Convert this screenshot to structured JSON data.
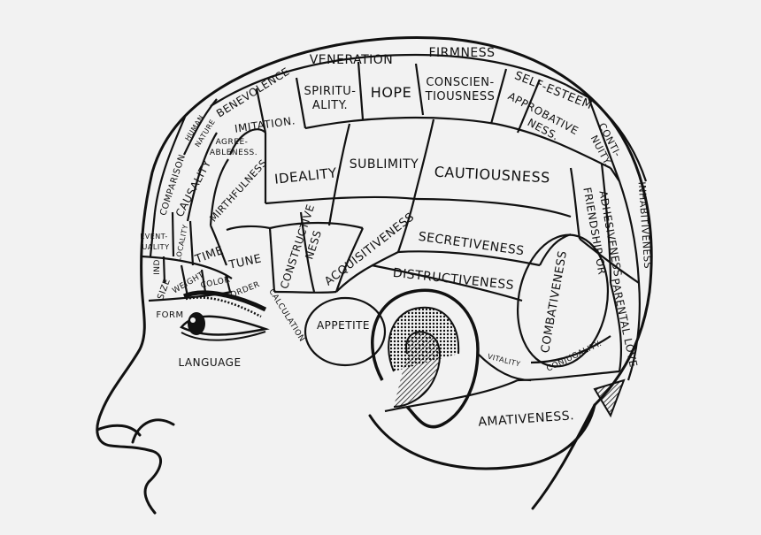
{
  "regions": {
    "firmness": "FIRMNESS",
    "veneration": "VENERATION",
    "self_esteem": "SELF-ESTEEM",
    "benevolence": "BENEVOLENCE",
    "spirituality_1": "SPIRITU-",
    "spirituality_2": "ALITY.",
    "hope": "HOPE",
    "conscientiousness_1": "CONSCIEN-",
    "conscientiousness_2": "TIOUSNESS",
    "approbativeness_1": "APPROBATIVE",
    "approbativeness_2": "NESS.",
    "continuity_1": "CONTI-",
    "continuity_2": "NUITY.",
    "human_nature_1": "HUMAN",
    "human_nature_2": "NATURE",
    "imitation": "IMITATION.",
    "agreeableness_1": "AGREE-",
    "agreeableness_2": "ABLENESS.",
    "ideality": "IDEALITY",
    "sublimity": "SUBLIMITY",
    "cautiousness": "CAUTIOUSNESS",
    "inhabitiveness": "INHABITIVENESS",
    "comparison": "COMPARISON",
    "causality": "CAUSALITY",
    "mirthfulness": "MIRTHFULNESS",
    "friendship_1": "FRIENDSHIP OR",
    "friendship_2": "ADHESIVENESS",
    "eventuality_1": "EVENT-",
    "eventuality_2": "UALITY",
    "locality": "LOCALITY",
    "time": "TIME",
    "tune": "TUNE",
    "constructiveness_1": "CONSTRUCTIVE",
    "constructiveness_2": "NESS",
    "acquisitiveness": "ACQUISITIVENESS",
    "secretiveness": "SECRETIVENESS",
    "individuality": "IND",
    "size": "SIZE",
    "weight": "WEIGHT",
    "color": "COLOR",
    "order": "ORDER",
    "calculation": "CALCULATION",
    "distructiveness": "DISTRUCTIVENESS",
    "combativeness": "COMBATIVENESS",
    "parental_love": "PARENTAL LOVE.",
    "form": "FORM",
    "appetite": "APPETITE",
    "vitality": "VITALITY",
    "conjugality": "CONJUGALITY.",
    "language": "LANGUAGE",
    "amativeness": "AMATIVENESS."
  }
}
